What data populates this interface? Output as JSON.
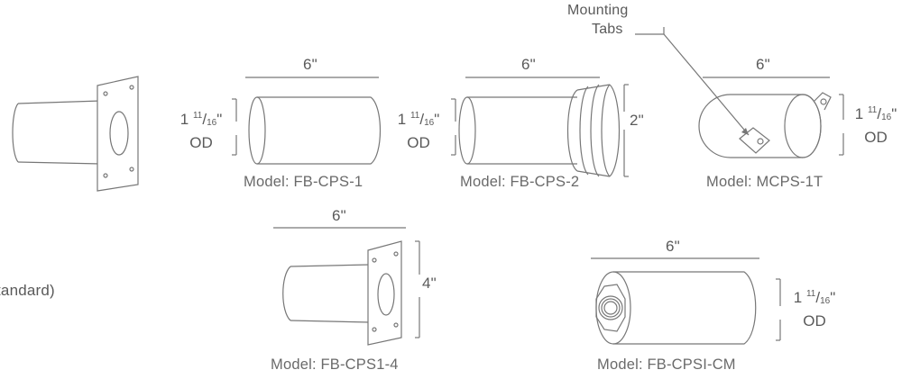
{
  "models": {
    "cps1": "Model: FB-CPS-1",
    "cps2": "Model: FB-CPS-2",
    "mcps": "Model:  MCPS-1T",
    "cps14": "Model: FB-CPS1-4",
    "cpsicm": "Model: FB-CPSI-CM"
  },
  "dims": {
    "length": "6\"",
    "two_inch": "2\"",
    "four_inch": "4\"",
    "od_whole": "1",
    "od_num": "11",
    "od_den": "16",
    "od_suffix": "\"",
    "od_label": "OD"
  },
  "callout": {
    "line1": "Mounting",
    "line2": "Tabs"
  },
  "partial_text": "tandard)"
}
